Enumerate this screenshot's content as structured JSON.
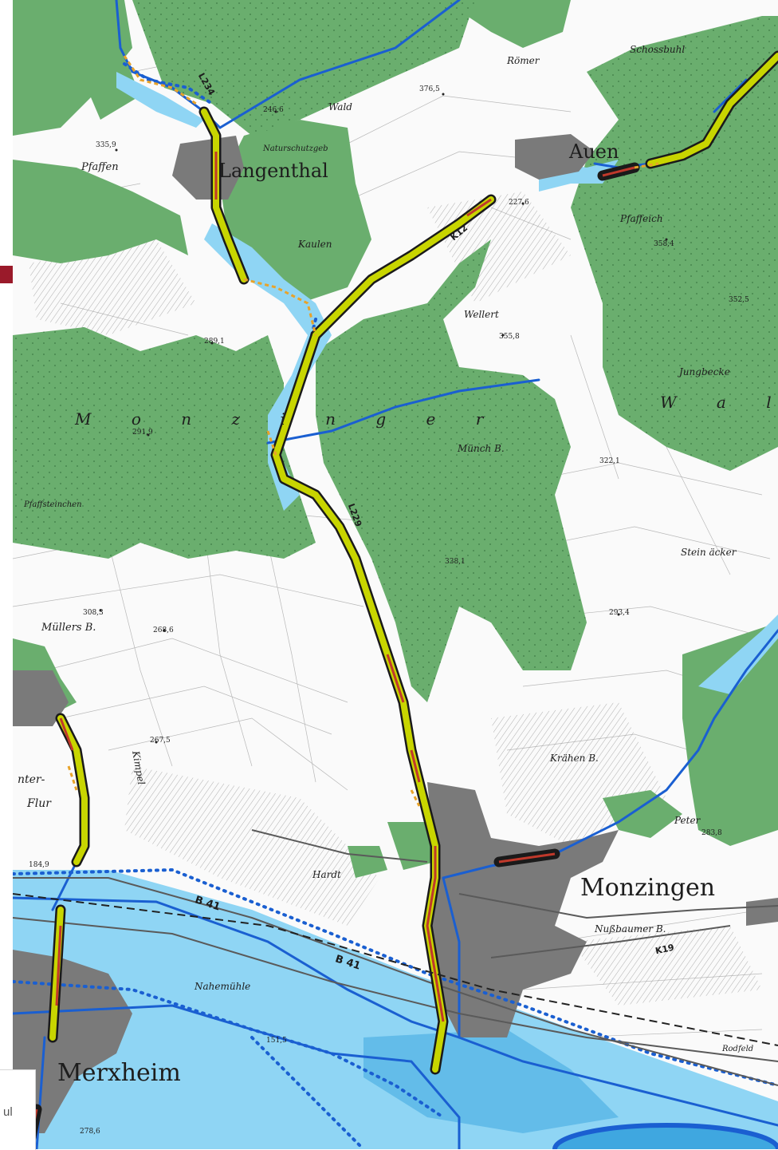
{
  "footer": {
    "text": "ul"
  },
  "colors": {
    "forest": "#6aae6e",
    "water": "#8fd5f4",
    "water_deep": "#3fa7e0",
    "settlement": "#7a7a7a",
    "route_fill": "#c8d500",
    "route_red": "#c0392b",
    "route_orange": "#e8a32a",
    "stream": "#1a5fd1"
  },
  "labels": {
    "langenthal": "Langenthal",
    "auen": "Auen",
    "monzingen": "Monzingen",
    "merxheim": "Merxheim",
    "monzinger": "M o n z i n g e r",
    "wald": "W a l d",
    "pfaffen": "Pfaffen",
    "roemer": "Römer",
    "stein_aecker": "Stein äcker",
    "muellers_b": "Müllers B.",
    "wellert": "Wellert",
    "muench_b": "Münch B.",
    "kimpel": "Kimpel",
    "hardt": "Hardt",
    "jungbecke": "Jungbecke",
    "pfaffeich": "Pfaffeich",
    "schossbuhl": "Schossbuhl",
    "naturschutzgebiet": "Naturschutzgeb",
    "wald_small": "Wald",
    "rodfeld": "Rodfeld",
    "flur": "Flur",
    "unter": "nter-",
    "pfaffsteinchen": "Pfaffsteinchen",
    "nahemuehle": "Nahemühle",
    "nussbaumer": "Nußbaumer B.",
    "kraehen_b": "Krähen B.",
    "kaulen": "Kaulen",
    "peter": "Peter"
  },
  "road_labels": {
    "l234": "L234",
    "b41": "B 41",
    "b41b": "B 41",
    "k19": "K19",
    "k12": "K12",
    "l229": "L229"
  },
  "elevations": {
    "e1": "376,5",
    "e2": "335,9",
    "e3": "246,6",
    "e4": "227,6",
    "e5": "358,4",
    "e6": "355,8",
    "e7": "289,1",
    "e8": "291,9",
    "e9": "308,3",
    "e10": "268,6",
    "e11": "267,5",
    "e12": "293,4",
    "e13": "338,1",
    "e14": "184,9",
    "e15": "151,5",
    "e16": "278,6",
    "e17": "283,8",
    "e18": "322,1",
    "e19": "352,5"
  }
}
